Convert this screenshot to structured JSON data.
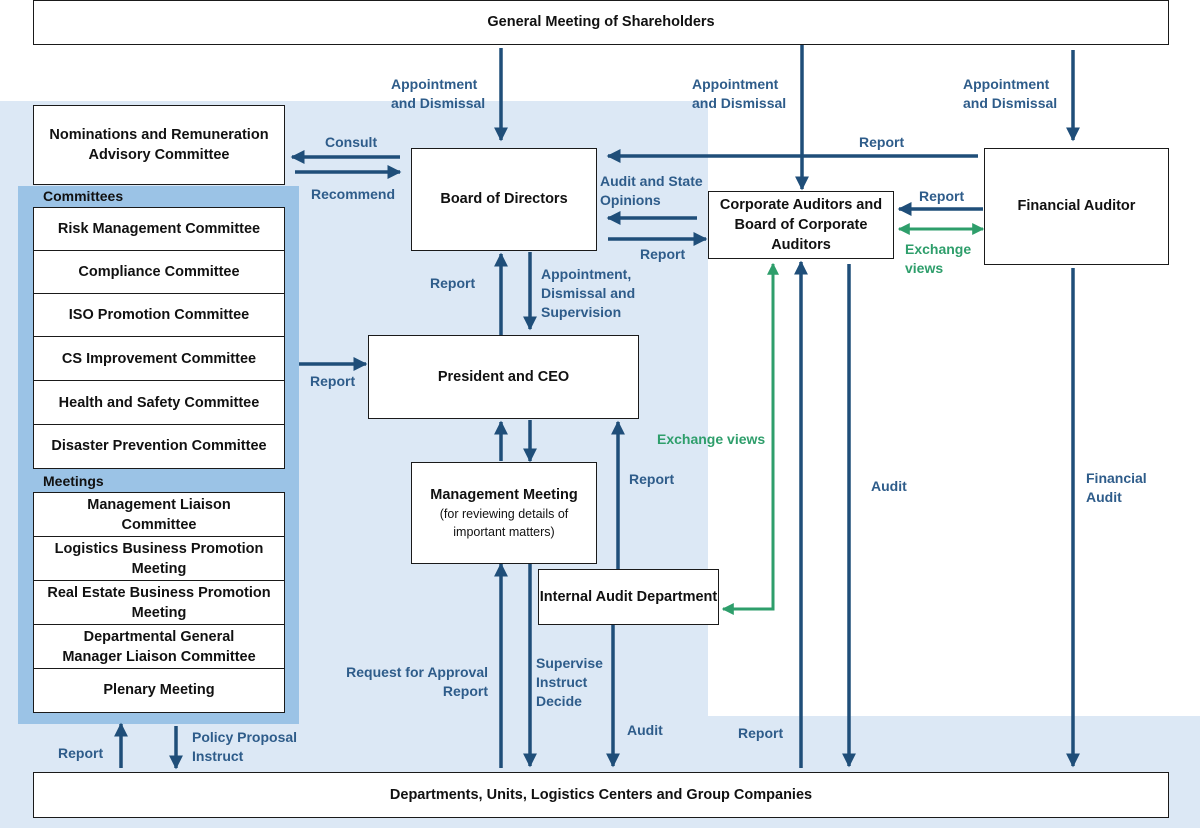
{
  "colors": {
    "panel": "#dce8f5",
    "committee_panel": "#9bc3e6",
    "arrow": "#1f4e79",
    "label": "#2e5c8a",
    "exchange": "#2e9e6b"
  },
  "boxes": {
    "shareholders": "General Meeting of Shareholders",
    "nominations": "Nominations and Remuneration Advisory Committee",
    "board": "Board of Directors",
    "corporate_auditors": "Corporate Auditors and Board of Corporate Auditors",
    "financial_auditor": "Financial Auditor",
    "president": "President and CEO",
    "management_meeting": "Management Meeting",
    "management_meeting_sub": "(for reviewing details of important matters)",
    "internal_audit": "Internal Audit Department",
    "departments": "Departments, Units, Logistics Centers and Group Companies"
  },
  "committees": {
    "title": "Committees",
    "items": [
      "Risk Management Committee",
      "Compliance Committee",
      "ISO Promotion Committee",
      "CS Improvement Committee",
      "Health and Safety Committee",
      "Disaster Prevention Committee"
    ]
  },
  "meetings": {
    "title": "Meetings",
    "items": [
      "Management Liaison Committee",
      "Logistics Business Promotion Meeting",
      "Real Estate Business Promotion Meeting",
      "Departmental General Manager Liaison Committee",
      "Plenary Meeting"
    ]
  },
  "labels": {
    "appt1": "Appointment and Dismissal",
    "appt2": "Appointment and Dismissal",
    "appt3": "Appointment and Dismissal",
    "consult": "Consult",
    "recommend": "Recommend",
    "report_fa_board": "Report",
    "audit_opinions": "Audit and State Opinions",
    "report_board_ca": "Report",
    "report_fa_ca": "Report",
    "exchange_views_fa": "Exchange views",
    "report_pres_board": "Report",
    "appt_dismissal_supervision": "Appointment, Dismissal and Supervision",
    "report_committees": "Report",
    "exchange_views_ia": "Exchange views",
    "report_ia": "Report",
    "audit_ca": "Audit",
    "financial_audit": "Financial Audit",
    "request_approval": "Request for Approval Report",
    "supervise": "Supervise Instruct Decide",
    "audit_ia": "Audit",
    "report_depts_ca": "Report",
    "report_depts_comm": "Report",
    "policy_proposal": "Policy Proposal Instruct"
  }
}
